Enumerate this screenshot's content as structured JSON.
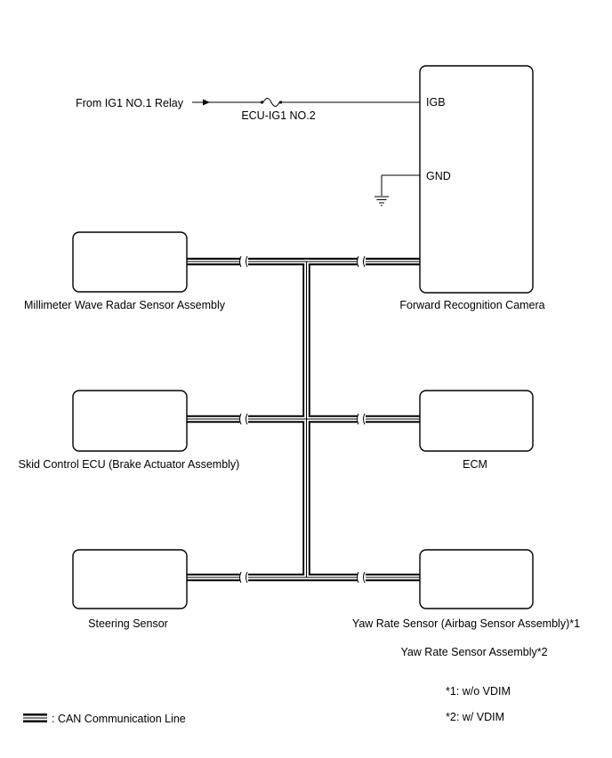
{
  "power": {
    "source_label": "From IG1 NO.1 Relay",
    "fuse_label": "ECU-IG1 NO.2"
  },
  "camera": {
    "label": "Forward Recognition Camera",
    "pin_igb": "IGB",
    "pin_gnd": "GND"
  },
  "components": {
    "radar": "Millimeter Wave Radar Sensor Assembly",
    "skid": "Skid Control ECU (Brake Actuator Assembly)",
    "ecm": "ECM",
    "steering": "Steering Sensor",
    "yaw1": "Yaw Rate Sensor (Airbag Sensor Assembly)*1",
    "yaw2": "Yaw Rate Sensor Assembly*2"
  },
  "notes": {
    "n1": "*1: w/o VDIM",
    "n2": "*2: w/ VDIM"
  },
  "legend": {
    "can_line": ": CAN Communication Line"
  }
}
